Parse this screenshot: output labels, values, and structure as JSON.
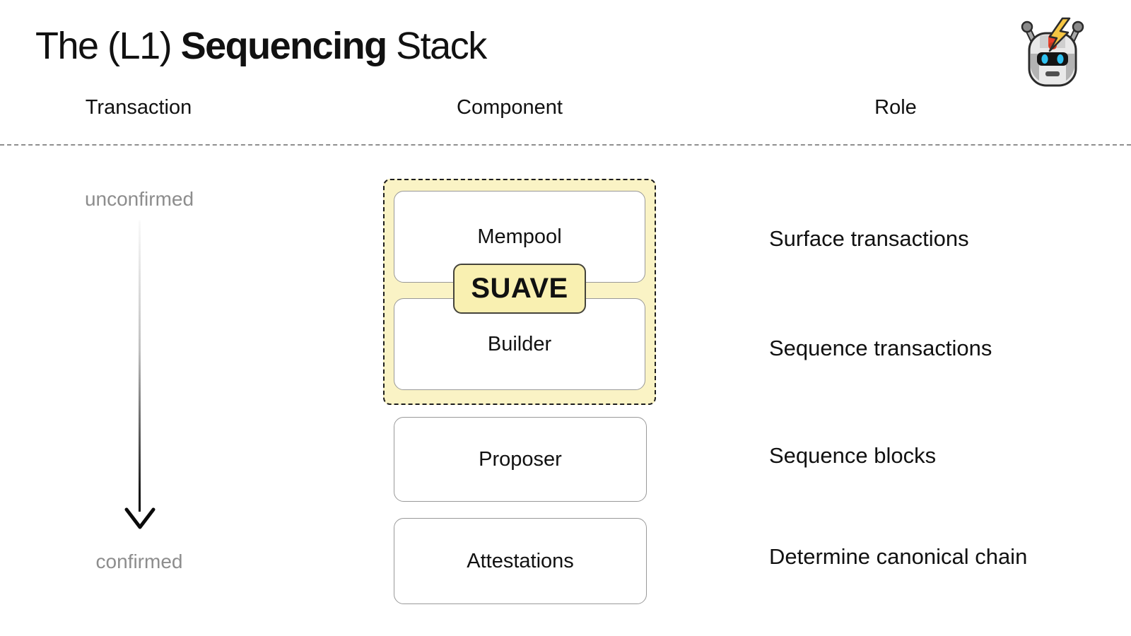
{
  "title": {
    "pre": "The (L1) ",
    "highlight": "Sequencing",
    "post": " Stack"
  },
  "columns": [
    {
      "label": "Transaction"
    },
    {
      "label": "Component"
    },
    {
      "label": "Role"
    }
  ],
  "flow": {
    "top_label": "unconfirmed",
    "bottom_label": "confirmed"
  },
  "suave": {
    "label": "SUAVE"
  },
  "components": [
    {
      "name": "Mempool",
      "role": "Surface transactions",
      "in_suave": true
    },
    {
      "name": "Builder",
      "role": "Sequence transactions",
      "in_suave": true
    },
    {
      "name": "Proposer",
      "role": "Sequence blocks",
      "in_suave": false
    },
    {
      "name": "Attestations",
      "role": "Determine canonical chain",
      "in_suave": false
    }
  ],
  "icons": {
    "robot": "robot-lightning-icon"
  },
  "colors": {
    "suave_container_bg": "#FAF3C5",
    "suave_badge_bg": "#F9F0B1",
    "muted_text": "#8D8D8D",
    "box_border": "#999999",
    "dashed_border": "#1D1D1D",
    "bolt_yellow": "#F6C643",
    "eye_cyan": "#2FC1F0",
    "stripe_red": "#E8402A"
  }
}
